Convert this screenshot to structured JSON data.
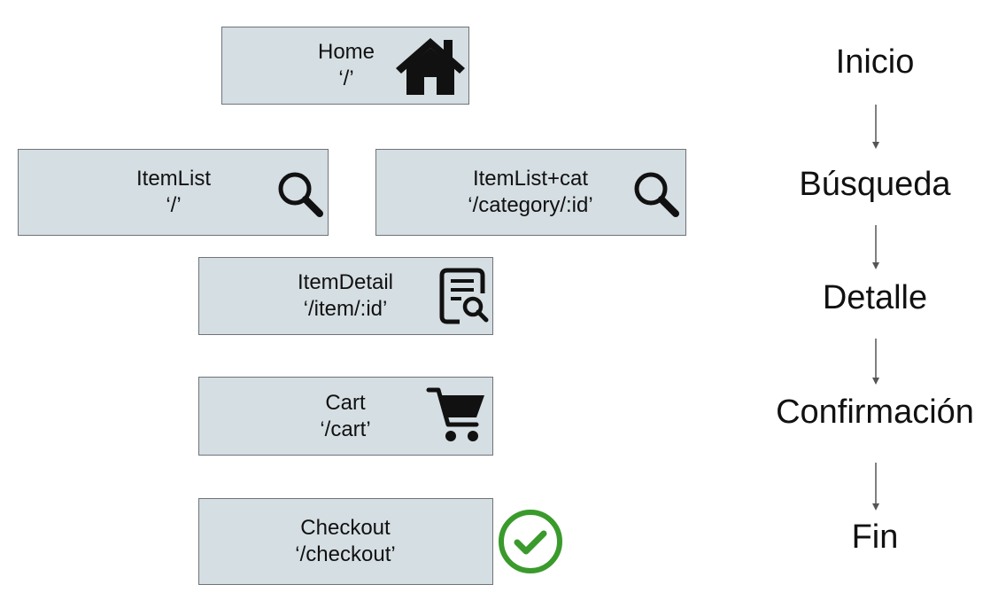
{
  "colors": {
    "node_fill": "#d5dee3",
    "node_border": "#6f7478",
    "check_green": "#3a9a2c",
    "icon_black": "#111111"
  },
  "nodes": [
    {
      "name": "Home",
      "route": "‘/’",
      "icon": "home-icon"
    },
    {
      "name": "ItemList",
      "route": "‘/’",
      "icon": "search-icon"
    },
    {
      "name": "ItemList+cat",
      "route": "‘/category/:id’",
      "icon": "search-icon"
    },
    {
      "name": "ItemDetail",
      "route": "‘/item/:id’",
      "icon": "document-search-icon"
    },
    {
      "name": "Cart",
      "route": "‘/cart’",
      "icon": "cart-icon"
    },
    {
      "name": "Checkout",
      "route": "‘/checkout’",
      "icon": "check-circle-icon"
    }
  ],
  "stages": [
    "Inicio",
    "Búsqueda",
    "Detalle",
    "Confirmación",
    "Fin"
  ]
}
